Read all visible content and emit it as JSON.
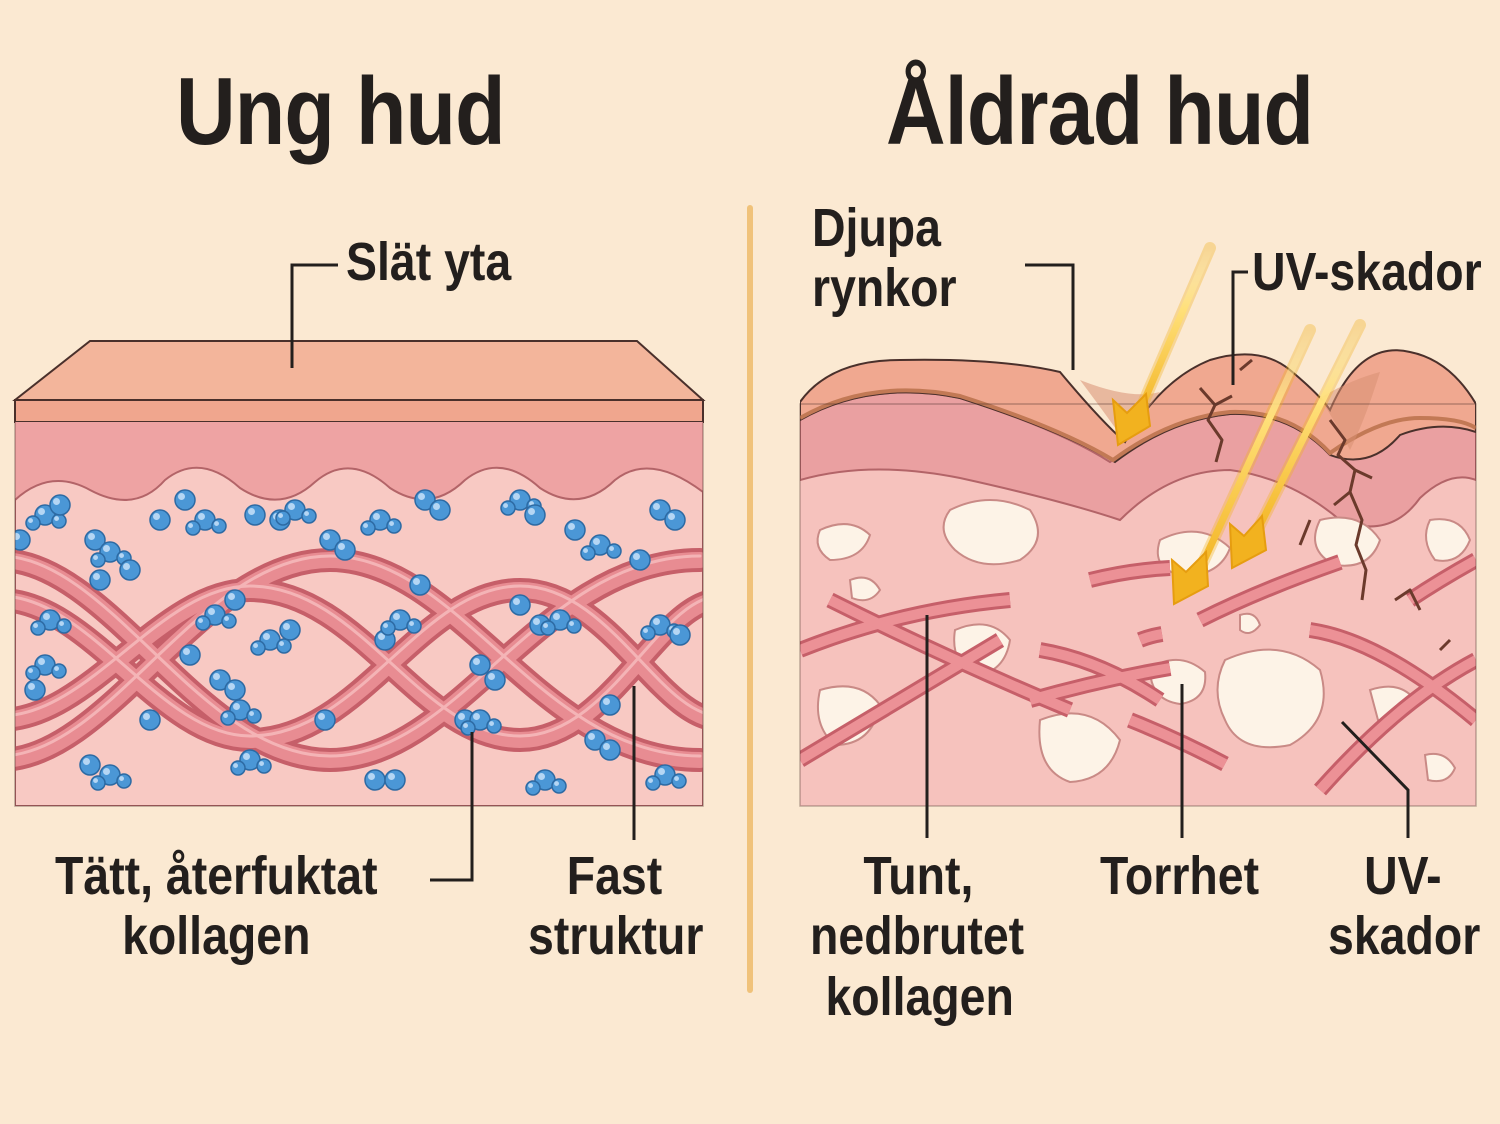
{
  "panels": {
    "young": {
      "title": "Ung hud",
      "label_surface": "Slät yta",
      "label_collagen": [
        "Tätt, återfuktat",
        "kollagen"
      ],
      "label_structure": [
        "Fast",
        "struktur"
      ]
    },
    "aged": {
      "title": "Åldrad hud",
      "label_wrinkles": [
        "Djupa",
        "rynkor"
      ],
      "label_uv_top": "UV-skador",
      "label_collagen": [
        "Tunt,",
        "nedbrutet",
        "kollagen"
      ],
      "label_dryness": "Torrhet",
      "label_uv_bottom": [
        "UV-",
        "skador"
      ]
    }
  },
  "colors": {
    "background": "#fbe9d2",
    "epidermis": "#f2b39a",
    "dermis": "#eea3a3",
    "dermis_deep": "#f8c8c3",
    "collagen": "#e07f86",
    "water_molecule": "#4b97d6",
    "uv_arrow": "#f2b21f",
    "divider": "#f0c27a"
  },
  "icons": [
    "water-molecule-icon",
    "uv-ray-arrow-icon"
  ]
}
